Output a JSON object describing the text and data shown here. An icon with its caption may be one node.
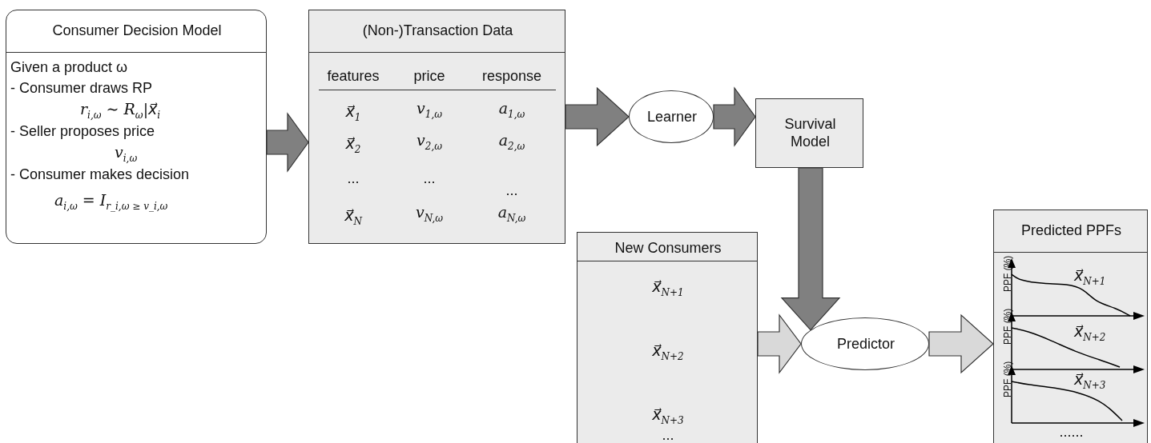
{
  "diagram": {
    "nodes": [
      {
        "text": [
          "Consumer Decision Model",
          "Given a product ω",
          "- Consumer draws RP",
          "r$_{i,ω}$ ∼ R$_{ω}$|x⃗$_{i}$",
          "- Seller proposes price",
          "v$_{i,ω}$",
          "- Consumer makes decision",
          "a$_{i,ω}$ = I$_{r_i,ω ≥ v_i,ω}$"
        ]
      },
      {
        "text": [
          "(Non-)Transaction Data",
          "features",
          "price",
          "response",
          "x⃗$_{1}$",
          "v$_{1,ω}$",
          "a$_{1,ω}$",
          "x⃗$_{2}$",
          "v$_{2,ω}$",
          "a$_{2,ω}$",
          "...",
          "...",
          "...",
          "x⃗$_{N}$",
          "v$_{N,ω}$",
          "a$_{N,ω}$"
        ]
      },
      {
        "text": [
          "Learner"
        ]
      },
      {
        "text": [
          "Survival Model"
        ]
      },
      {
        "text": [
          "New Consumers",
          "x⃗$_{N+1}$",
          "x⃗$_{N+2}$",
          "x⃗$_{N+3}$",
          "..."
        ]
      },
      {
        "text": [
          "Predictor"
        ]
      },
      {
        "text": [
          "Predicted PPFs",
          "PPF (%)",
          "x⃗$_{N+1}$",
          "PPF (%)",
          "x⃗$_{N+2}$",
          "PPF (%)",
          "x⃗$_{N+3}$",
          "......"
        ]
      }
    ],
    "edges": [
      {
        "from": 0,
        "to": 1,
        "arrow": "to"
      },
      {
        "from": 1,
        "to": 2,
        "arrow": "to"
      },
      {
        "from": 2,
        "to": 3,
        "arrow": "to"
      },
      {
        "from": 3,
        "to": 5,
        "arrow": "to"
      },
      {
        "from": 4,
        "to": 5,
        "arrow": "to",
        "color": "#d9d9d9"
      },
      {
        "from": 5,
        "to": 6,
        "arrow": "to",
        "color": "#d9d9d9"
      }
    ]
  }
}
